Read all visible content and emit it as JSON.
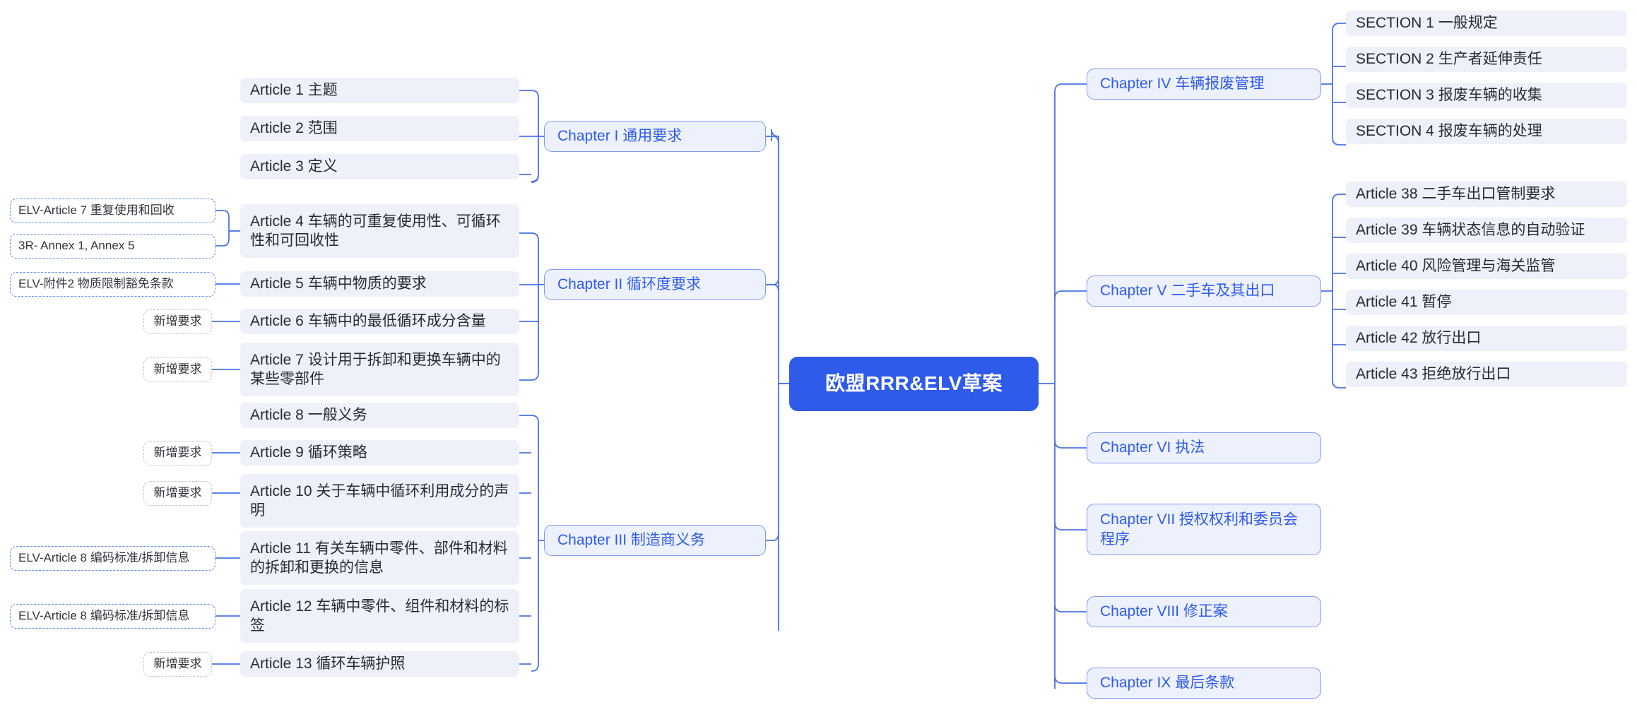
{
  "diagram": {
    "type": "mind-map",
    "title": "欧盟RRR&ELV草案",
    "colors": {
      "root_bg": "#2F5BEA",
      "root_text": "#FFFFFF",
      "chapter_bg": "#EDF1FD",
      "chapter_border": "#7D9BF2",
      "chapter_text": "#2F5BEA",
      "leaf_bg": "#EEF1FA",
      "leaf_text": "#262B33",
      "tag_border_blue": "#5B8DEF",
      "tag_border_gray": "#C2C6CC",
      "connector": "#4A73E8",
      "background": "#FFFFFF"
    }
  },
  "root": {
    "label": "欧盟RRR&ELV草案"
  },
  "left_branches": [
    {
      "id": "chapter-1",
      "label": "Chapter I 通用要求",
      "children": [
        {
          "label": "Article 1 主题",
          "tag": null
        },
        {
          "label": "Article 2 范围",
          "tag": null
        },
        {
          "label": "Article 3 定义",
          "tag": null
        }
      ]
    },
    {
      "id": "chapter-2",
      "label": "Chapter II 循环度要求",
      "children": [
        {
          "label": "Article 4 车辆的可重复使用性、可循环性和可回收性",
          "tag": null,
          "tags": [
            {
              "label": "ELV-Article 7 重复使用和回收",
              "style": "blue"
            },
            {
              "label": "3R- Annex 1, Annex 5",
              "style": "blue"
            }
          ]
        },
        {
          "label": "Article 5 车辆中物质的要求",
          "tags": [
            {
              "label": "ELV-附件2 物质限制豁免条款",
              "style": "blue"
            }
          ]
        },
        {
          "label": "Article 6 车辆中的最低循环成分含量",
          "tags": [
            {
              "label": "新增要求",
              "style": "gray"
            }
          ]
        },
        {
          "label": "Article 7 设计用于拆卸和更换车辆中的某些零部件",
          "tags": [
            {
              "label": "新增要求",
              "style": "gray"
            }
          ]
        }
      ]
    },
    {
      "id": "chapter-3",
      "label": "Chapter III 制造商义务",
      "children": [
        {
          "label": "Article 8 一般义务",
          "tags": []
        },
        {
          "label": "Article 9 循环策略",
          "tags": [
            {
              "label": "新增要求",
              "style": "gray"
            }
          ]
        },
        {
          "label": "Article 10 关于车辆中循环利用成分的声明",
          "tags": [
            {
              "label": "新增要求",
              "style": "gray"
            }
          ]
        },
        {
          "label": "Article 11 有关车辆中零件、部件和材料的拆卸和更换的信息",
          "tags": [
            {
              "label": "ELV-Article 8 编码标准/拆卸信息",
              "style": "blue"
            }
          ]
        },
        {
          "label": "Article 12 车辆中零件、组件和材料的标签",
          "tags": [
            {
              "label": "ELV-Article 8 编码标准/拆卸信息",
              "style": "blue"
            }
          ]
        },
        {
          "label": "Article 13 循环车辆护照",
          "tags": [
            {
              "label": "新增要求",
              "style": "gray"
            }
          ]
        }
      ]
    }
  ],
  "right_branches": [
    {
      "id": "chapter-4",
      "label": "Chapter IV 车辆报废管理",
      "children": [
        {
          "label": "SECTION 1 一般规定"
        },
        {
          "label": "SECTION 2 生产者延伸责任"
        },
        {
          "label": "SECTION 3 报废车辆的收集"
        },
        {
          "label": "SECTION 4 报废车辆的处理"
        }
      ]
    },
    {
      "id": "chapter-5",
      "label": "Chapter V 二手车及其出口",
      "children": [
        {
          "label": "Article 38 二手车出口管制要求"
        },
        {
          "label": "Article 39 车辆状态信息的自动验证"
        },
        {
          "label": "Article 40 风险管理与海关监管"
        },
        {
          "label": "Article 41 暂停"
        },
        {
          "label": "Article 42 放行出口"
        },
        {
          "label": "Article 43 拒绝放行出口"
        }
      ]
    },
    {
      "id": "chapter-6",
      "label": "Chapter VI 执法",
      "children": []
    },
    {
      "id": "chapter-7",
      "label": "Chapter VII 授权权利和委员会程序",
      "children": []
    },
    {
      "id": "chapter-8",
      "label": "Chapter VIII 修正案",
      "children": []
    },
    {
      "id": "chapter-9",
      "label": "Chapter IX 最后条款",
      "children": []
    }
  ]
}
